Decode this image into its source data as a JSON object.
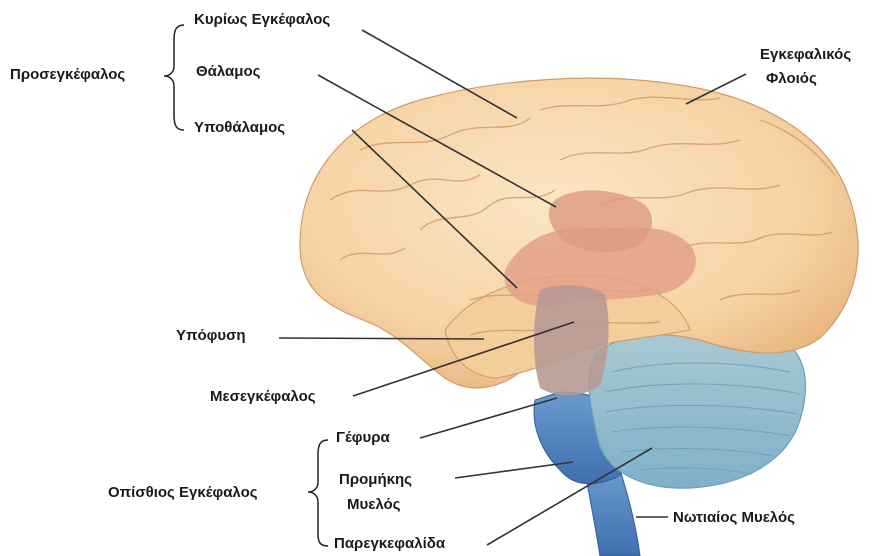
{
  "labels": {
    "kyrios": "Κυρίως Εγκέφαλος",
    "thalamos": "Θάλαμος",
    "ypothalamos": "Υποθάλαμος",
    "prosegkefalos": "Προσεγκέφαλος",
    "flioios_line1": "Εγκεφαλικός",
    "flioios_line2": "Φλοιός",
    "ypofysi": "Υπόφυση",
    "mesegkefalos": "Μεσεγκέφαλος",
    "gefyra": "Γέφυρα",
    "promikis_line1": "Προμήκης",
    "promikis_line2": "Μυελός",
    "opisthios": "Οπίσθιος Εγκέφαλος",
    "paregkefalida": "Παρεγκεφαλίδα",
    "notiaios": "Νωτιαίος Μυελός"
  },
  "colors": {
    "cortex": "#f7d8ad",
    "cortex_shade": "#e8b887",
    "cortex_line": "#d39a6a",
    "thalamus": "#e3a088",
    "midbrain": "#b79a95",
    "cerebellum": "#9fc4d4",
    "cerebellum_line": "#6c9fb8",
    "brainstem": "#5f8fc8",
    "spinal": "#4a79b8",
    "leader": "#333333"
  }
}
